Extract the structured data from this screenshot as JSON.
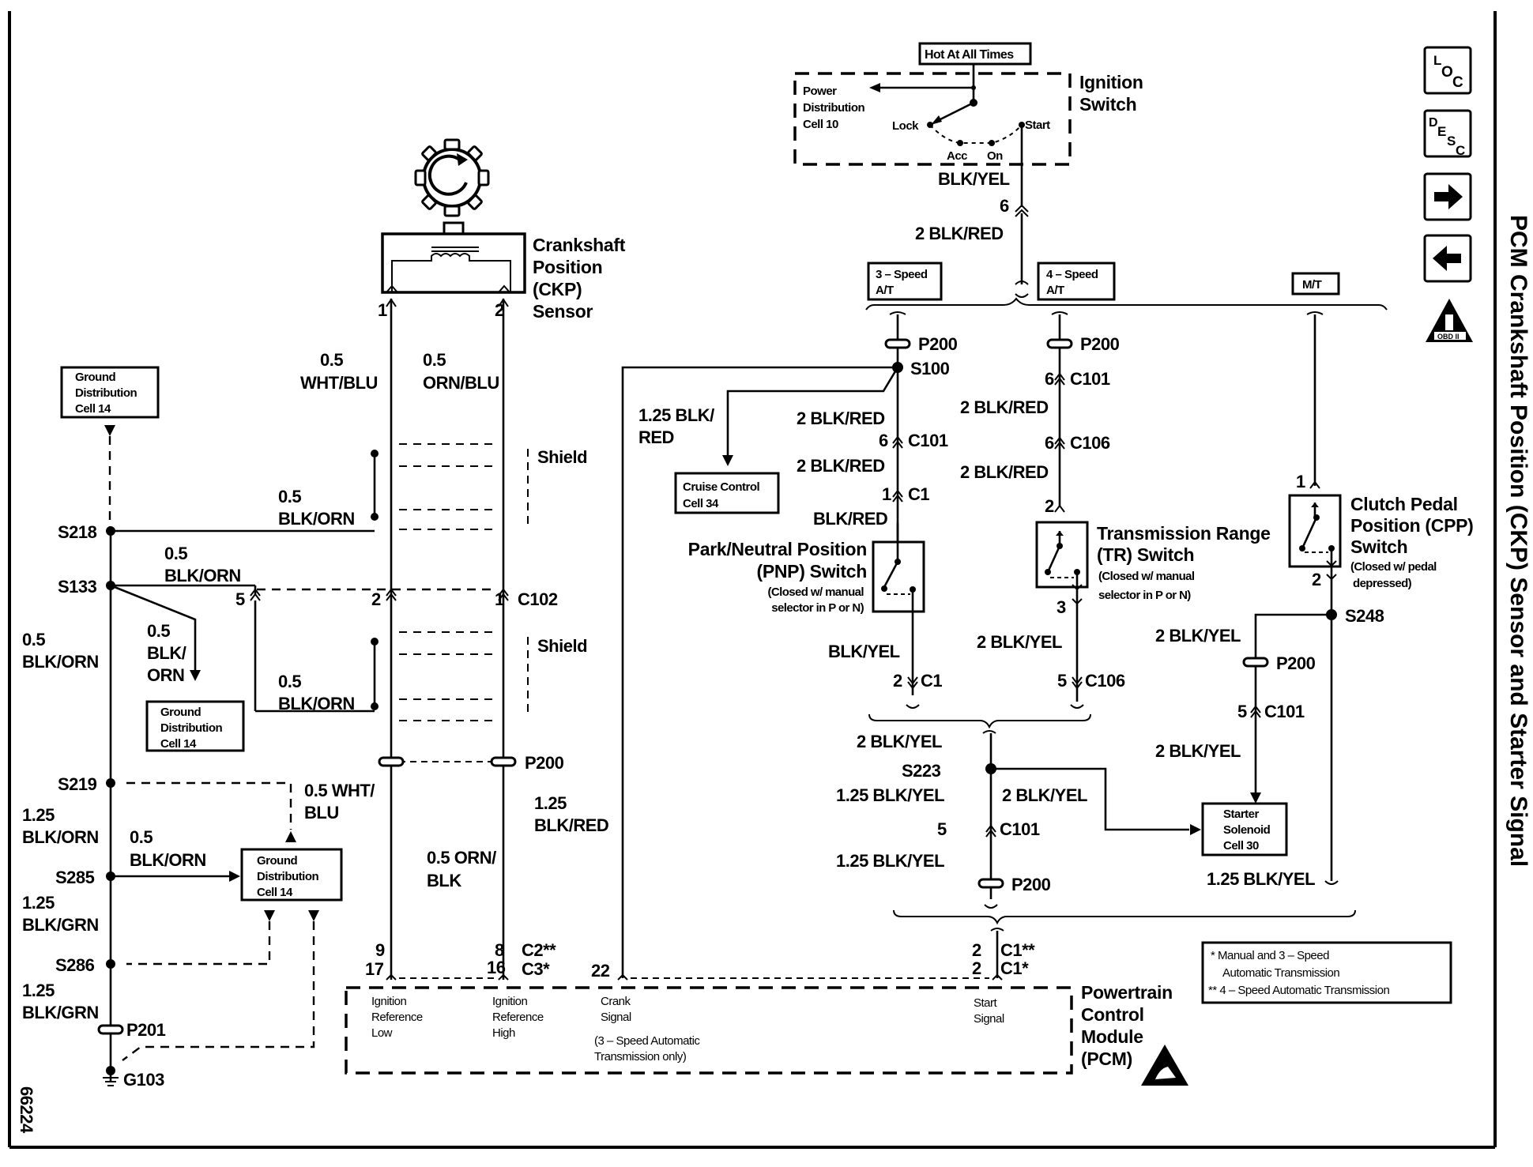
{
  "diagram": {
    "title": "PCM Crankshaft Position (CKP) Sensor and Starter Signal",
    "figure_number": "66224",
    "nav_icons": [
      {
        "name": "location-icon",
        "label_parts": [
          "L",
          "O",
          "C"
        ]
      },
      {
        "name": "description-icon",
        "label_parts": [
          "D",
          "E",
          "S",
          "C"
        ]
      },
      {
        "name": "next-page-icon",
        "glyph": "arrow-right"
      },
      {
        "name": "previous-page-icon",
        "glyph": "arrow-left"
      },
      {
        "name": "obd-ii-icon",
        "label": "OBD II"
      }
    ],
    "ignition_switch": {
      "hot_label": "Hot At All Times",
      "name_line1": "Ignition",
      "name_line2": "Switch",
      "power_dist": [
        "Power",
        "Distribution",
        "Cell 10"
      ],
      "positions": [
        "Lock",
        "Acc",
        "On",
        "Start"
      ],
      "wire_color": "BLK/YEL",
      "connector_pin": "6",
      "wire_below": "2 BLK/RED"
    },
    "ckp_sensor": {
      "name": [
        "Crankshaft",
        "Position",
        "(CKP)",
        "Sensor"
      ],
      "pin1": "1",
      "pin2": "2",
      "wire1": [
        "0.5",
        "WHT/BLU"
      ],
      "wire2": [
        "0.5",
        "ORN/BLU"
      ],
      "shield_label": "Shield",
      "c102_pins": [
        "2",
        "1"
      ],
      "c102_label": "C102",
      "p200_label": "P200",
      "wire1_low": [
        "0.5 WHT/",
        "BLU"
      ],
      "wire2_low": [
        "0.5 ORN/",
        "BLK"
      ],
      "pcm_pins_left": [
        "9",
        "17"
      ],
      "pcm_pins_right": [
        "8",
        "16"
      ],
      "pcm_conn_right": [
        "C2**",
        "C3*"
      ]
    },
    "ground_circuit": {
      "ground_dist_top": [
        "Ground",
        "Distribution",
        "Cell 14"
      ],
      "ground_dist_mid": [
        "Ground",
        "Distribution",
        "Cell 14"
      ],
      "ground_dist_low": [
        "Ground",
        "Distribution",
        "Cell 14"
      ],
      "splices": [
        "S218",
        "S133",
        "S219",
        "S285",
        "S286"
      ],
      "wire_s218": [
        "0.5",
        "BLK/ORN"
      ],
      "wire_s133_right": [
        "0.5",
        "BLK/ORN"
      ],
      "wire_s133_branch": [
        "0.5",
        "BLK/",
        "ORN"
      ],
      "wire_s133_down": [
        "0.5",
        "BLK/ORN"
      ],
      "wire_shield2": [
        "0.5",
        "BLK/ORN"
      ],
      "pin5": "5",
      "wire_s219_down": [
        "1.25",
        "BLK/ORN"
      ],
      "wire_s285": [
        "0.5",
        "BLK/ORN"
      ],
      "wire_s285_down": [
        "1.25",
        "BLK/GRN"
      ],
      "wire_s286_down": [
        "1.25",
        "BLK/GRN"
      ],
      "p201_label": "P201",
      "ground_label": "G103"
    },
    "crank_circuit": {
      "wire_crank": [
        "1.25",
        "BLK/RED"
      ],
      "pcm_pin": "22",
      "variant_3spd": [
        "3 – Speed",
        "A/T"
      ],
      "variant_4spd": [
        "4 – Speed",
        "A/T"
      ],
      "variant_mt": "M/T",
      "p200": "P200",
      "s100": "S100",
      "cruise_wire": [
        "1.25 BLK/",
        "RED"
      ],
      "cruise_box": [
        "Cruise Control",
        "Cell 34"
      ],
      "pnp_wires": [
        "2 BLK/RED",
        "2 BLK/RED",
        "BLK/RED"
      ],
      "pnp_conns": [
        {
          "pin": "6",
          "conn": "C101"
        },
        {
          "pin": "1",
          "conn": "C1"
        }
      ],
      "pnp_switch": [
        "Park/Neutral Position",
        "(PNP) Switch"
      ],
      "pnp_note": [
        "(Closed w/ manual",
        "selector in P or N)"
      ],
      "pnp_out_wire": "BLK/YEL",
      "pnp_out_conn": {
        "pin": "2",
        "conn": "C1"
      },
      "tr_wires": [
        "2 BLK/RED",
        "2 BLK/RED"
      ],
      "tr_conns": [
        {
          "pin": "6",
          "conn": "C101"
        },
        {
          "pin": "6",
          "conn": "C106"
        }
      ],
      "tr_pin_in": "2",
      "tr_pin_out": "3",
      "tr_switch": [
        "Transmission Range",
        "(TR) Switch"
      ],
      "tr_note": [
        "(Closed w/ manual",
        "selector in P or N)"
      ],
      "tr_out_wire": "2 BLK/YEL",
      "tr_out_conn": {
        "pin": "5",
        "conn": "C106"
      },
      "cpp_pin_in": "1",
      "cpp_pin_out": "2",
      "cpp_switch": [
        "Clutch Pedal",
        "Position (CPP)",
        "Switch"
      ],
      "cpp_note": [
        "(Closed w/ pedal",
        "depressed)"
      ],
      "s248": "S248",
      "cpp_wire": "2 BLK/YEL",
      "cpp_conn": {
        "pin": "5",
        "conn": "C101"
      },
      "cpp_wire2": "2 BLK/YEL",
      "starter_box": [
        "Starter",
        "Solenoid",
        "Cell 30"
      ],
      "starter_wire": "1.25 BLK/YEL",
      "s223": "S223",
      "s223_wire_top": "2 BLK/YEL",
      "s223_wire_right": "2 BLK/YEL",
      "s223_wire_down": "1.25 BLK/YEL",
      "s223_conn": {
        "pin": "5",
        "conn": "C101"
      },
      "s223_wire_low": "1.25 BLK/YEL",
      "start_pins": [
        "2",
        "2"
      ],
      "start_conns": [
        "C1**",
        "C1*"
      ]
    },
    "pcm": {
      "name": [
        "Powertrain",
        "Control",
        "Module",
        "(PCM)"
      ],
      "inputs": [
        {
          "lines": [
            "Ignition",
            "Reference",
            "Low"
          ]
        },
        {
          "lines": [
            "Ignition",
            "Reference",
            "High"
          ]
        },
        {
          "lines": [
            "Crank",
            "Signal"
          ]
        },
        {
          "lines": [
            "Start",
            "Signal"
          ]
        }
      ],
      "crank_note": [
        "(3 – Speed Automatic",
        "Transmission only)"
      ]
    },
    "legend": [
      "* Manual and 3 – Speed",
      "Automatic Transmission",
      "** 4 – Speed Automatic Transmission"
    ]
  }
}
